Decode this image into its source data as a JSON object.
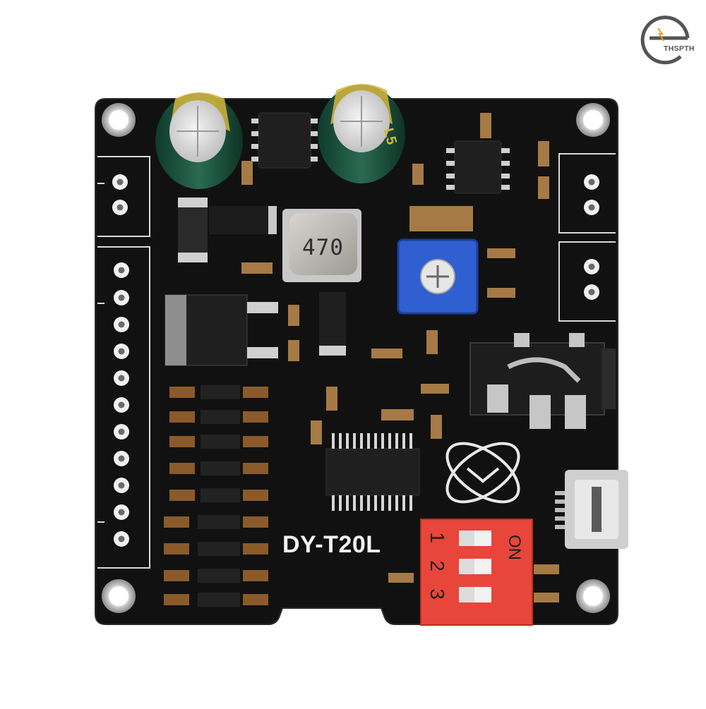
{
  "board": {
    "model": "DY-T20L",
    "inductor_marking": "470",
    "dip_switch": {
      "on_label": "ON",
      "positions": [
        "1",
        "2",
        "3"
      ]
    },
    "capacitor_marking": "L5"
  },
  "watermark": {
    "text": "THSPTH"
  },
  "colors": {
    "pcb": "#111111",
    "dip_switch": "#e8463a",
    "potentiometer": "#2f5fd0",
    "inductor": "#b8b4ae",
    "capacitor": "#1f5a45"
  }
}
